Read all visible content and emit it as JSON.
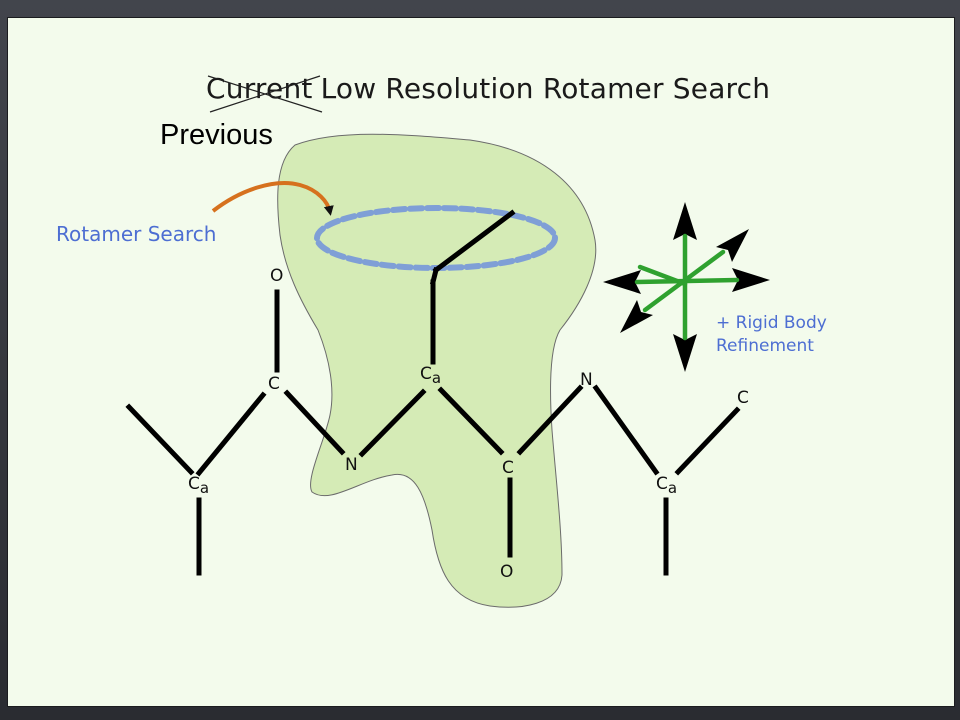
{
  "slide": {
    "title_struck": "Current",
    "title_rest": "Low Resolution Rotamer Search",
    "subtitle": "Previous",
    "callouts": {
      "rotamer_search": "Rotamer Search",
      "rigid_body_line1": "+ Rigid Body",
      "rigid_body_line2": "Refinement"
    },
    "atoms": {
      "o_left": "O",
      "c_left": "C",
      "ca_left": "C",
      "ca_left_sub": "a",
      "n_mid": "N",
      "ca_mid": "C",
      "ca_mid_sub": "a",
      "c_mid": "C",
      "o_bottom": "O",
      "n_right": "N",
      "ca_right": "C",
      "ca_right_sub": "a",
      "c_right": "C"
    }
  },
  "colors": {
    "slide_background": "#f3fbec",
    "highlight_region": "#d5ebb6",
    "rotamer_ring": "#7f9fd6",
    "arrow_orange": "#d6711e",
    "cross_green": "#2fa12f",
    "label_blue": "#4d6ed2",
    "bond_black": "#000000"
  }
}
